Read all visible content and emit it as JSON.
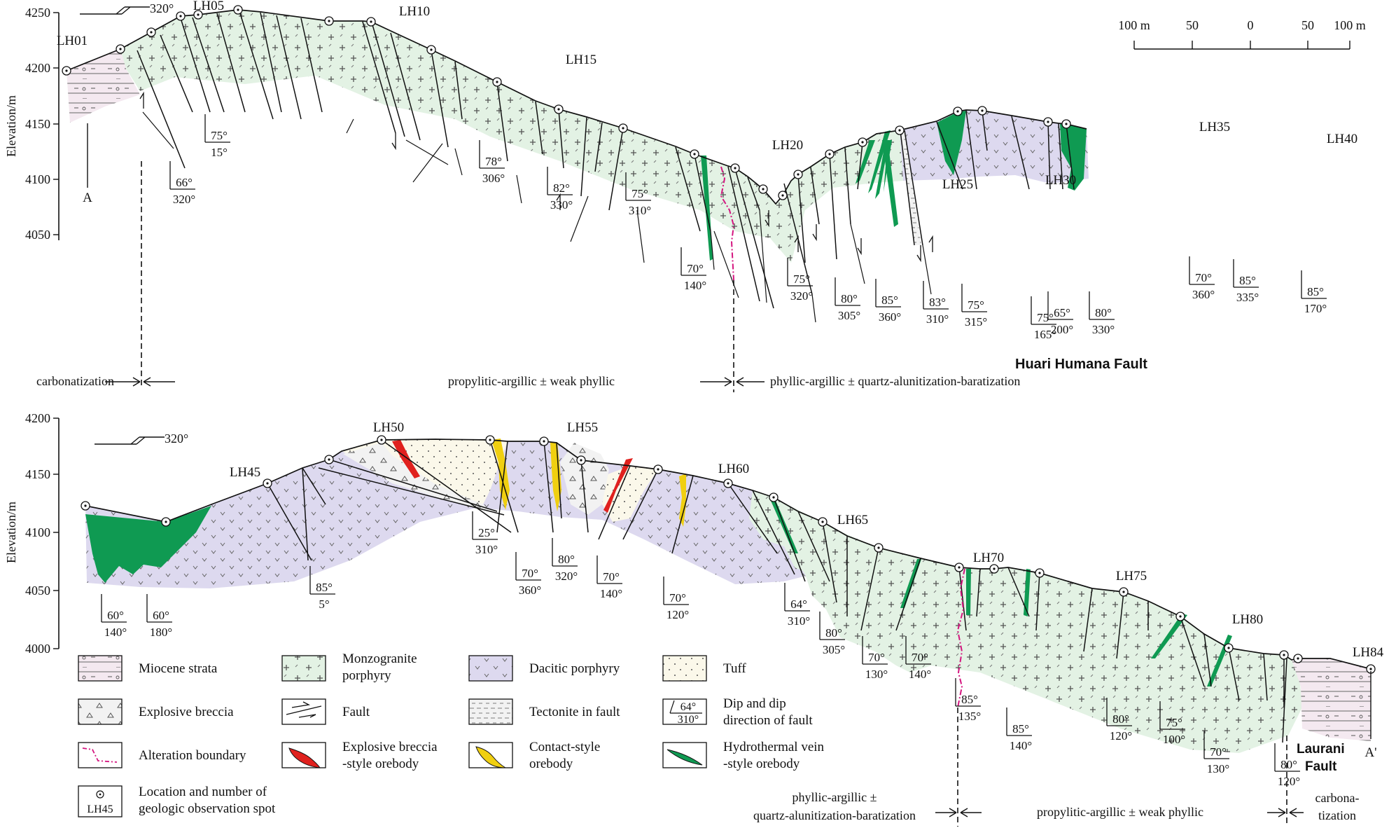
{
  "colors": {
    "monzogranite": "#e3f2e4",
    "dacitic": "#ddd9ef",
    "miocene": "#f4e9f0",
    "tuff": "#fbf8ea",
    "breccia": "#f2f2f2",
    "hydrothermal": "#0f9a52",
    "explosive_ore": "#e0211e",
    "contact_ore": "#f0cf10",
    "alteration": "#d4157f",
    "line": "#111111"
  },
  "top": {
    "y_axis_label": "Elevation/m",
    "y_ticks": [
      "4250",
      "4200",
      "4150",
      "4100",
      "4050"
    ],
    "azimuth": "320°",
    "end_left": "A",
    "station_labels": [
      "LH01",
      "LH05",
      "LH10",
      "LH15",
      "LH20",
      "LH25",
      "LH30",
      "LH35",
      "LH40"
    ],
    "fault_labels": [
      {
        "dip": "66°",
        "dir": "320°"
      },
      {
        "dip": "75°",
        "dir": "15°"
      },
      {
        "dip": "78°",
        "dir": "306°"
      },
      {
        "dip": "82°",
        "dir": "330°"
      },
      {
        "dip": "75°",
        "dir": "310°"
      },
      {
        "dip": "70°",
        "dir": "140°"
      },
      {
        "dip": "75°",
        "dir": "320°"
      },
      {
        "dip": "80°",
        "dir": "305°"
      },
      {
        "dip": "85°",
        "dir": "360°"
      },
      {
        "dip": "83°",
        "dir": "310°"
      },
      {
        "dip": "75°",
        "dir": "315°"
      },
      {
        "dip": "75°",
        "dir": "165°"
      },
      {
        "dip": "65°",
        "dir": "200°"
      },
      {
        "dip": "80°",
        "dir": "330°"
      },
      {
        "dip": "70°",
        "dir": "360°"
      },
      {
        "dip": "85°",
        "dir": "335°"
      },
      {
        "dip": "85°",
        "dir": "170°"
      }
    ],
    "major_fault": "Huari Humana  Fault",
    "zones": [
      "carbonatization",
      "propylitic-argillic ± weak phyllic",
      "phyllic-argillic ± quartz-alunitization-baratization"
    ]
  },
  "scale_bar": {
    "labels": [
      "100 m",
      "50",
      "0",
      "50",
      "100 m"
    ]
  },
  "bottom": {
    "y_axis_label": "Elevation/m",
    "y_ticks": [
      "4200",
      "4150",
      "4100",
      "4050",
      "4000"
    ],
    "azimuth": "320°",
    "end_right": "A'",
    "station_labels": [
      "LH45",
      "LH50",
      "LH55",
      "LH60",
      "LH65",
      "LH70",
      "LH75",
      "LH80",
      "LH84"
    ],
    "fault_labels": [
      {
        "dip": "60°",
        "dir": "140°"
      },
      {
        "dip": "60°",
        "dir": "180°"
      },
      {
        "dip": "85°",
        "dir": "5°"
      },
      {
        "dip": "25°",
        "dir": "310°"
      },
      {
        "dip": "70°",
        "dir": "360°"
      },
      {
        "dip": "80°",
        "dir": "320°"
      },
      {
        "dip": "70°",
        "dir": "140°"
      },
      {
        "dip": "70°",
        "dir": "120°"
      },
      {
        "dip": "64°",
        "dir": "310°"
      },
      {
        "dip": "80°",
        "dir": "305°"
      },
      {
        "dip": "70°",
        "dir": "130°"
      },
      {
        "dip": "70°",
        "dir": "140°"
      },
      {
        "dip": "85°",
        "dir": "135°"
      },
      {
        "dip": "85°",
        "dir": "140°"
      },
      {
        "dip": "80°",
        "dir": "120°"
      },
      {
        "dip": "75°",
        "dir": "100°"
      },
      {
        "dip": "70°",
        "dir": "130°"
      },
      {
        "dip": "80°",
        "dir": "120°"
      }
    ],
    "major_fault_line1": "Laurani",
    "major_fault_line2": "Fault",
    "zones": [
      "phyllic-argillic ±",
      "quartz-alunitization-baratization",
      "propylitic-argillic ± weak phyllic",
      "carbona-",
      "tization"
    ]
  },
  "legend": {
    "items": [
      {
        "key": "miocene",
        "label": "Miocene strata"
      },
      {
        "key": "breccia",
        "label": "Explosive breccia"
      },
      {
        "key": "alteration",
        "label": "Alteration boundary"
      },
      {
        "key": "location",
        "label": "Location and number of",
        "label2": "geologic observation spot",
        "sample": "LH45"
      },
      {
        "key": "monzogranite",
        "label": "Monzogranite",
        "label2": "porphyry"
      },
      {
        "key": "fault",
        "label": "Fault"
      },
      {
        "key": "explosive_ore",
        "label": "Explosive breccia",
        "label2": "-style orebody"
      },
      {
        "key": "dacitic",
        "label": "Dacitic porphyry"
      },
      {
        "key": "tectonite",
        "label": "Tectonite in fault"
      },
      {
        "key": "contact_ore",
        "label": "Contact-style",
        "label2": "orebody"
      },
      {
        "key": "tuff",
        "label": "Tuff"
      },
      {
        "key": "dip",
        "label": "Dip and dip",
        "label2": "direction of  fault",
        "sample_dip": "64°",
        "sample_dir": "310°"
      },
      {
        "key": "hydrothermal",
        "label": "Hydrothermal vein",
        "label2": "-style orebody"
      }
    ]
  }
}
